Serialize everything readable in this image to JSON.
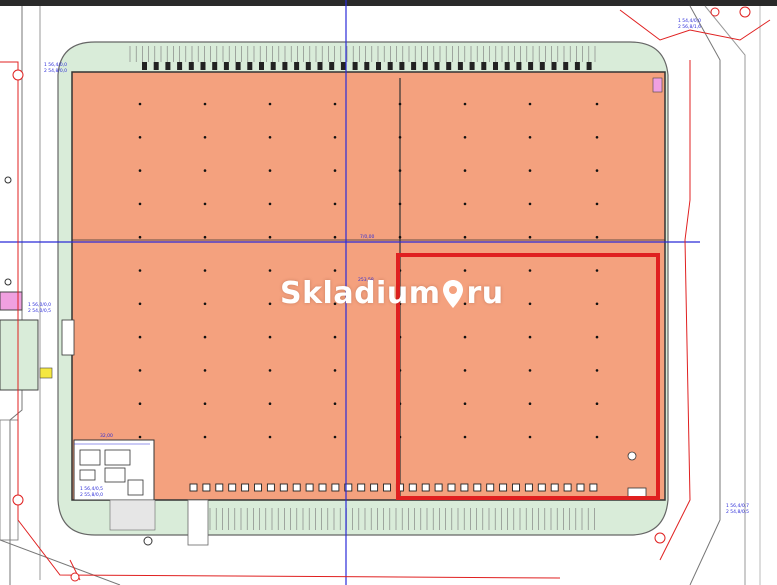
{
  "watermark": {
    "brand_left": "Skladium",
    "brand_right": "ru"
  },
  "labels": {
    "dim_horizontal": "7/0,00",
    "dim_vertical": "253,58",
    "office_dim": "32,00",
    "small_left_1": "1 56,0/0,0",
    "small_left_2": "2 54,0/0,5",
    "small_bottom_1": "1 56,4/0,5",
    "small_bottom_2": "2 55,8/0,0",
    "small_right_1": "1 56,4/0,7",
    "small_right_2": "2 54,8/0,5",
    "small_top_1": "1 56,4/0,0",
    "small_top_2": "2 54,8/0,0",
    "small_topright_1": "1 54,4/0,0",
    "small_topright_2": "2 56,8/1,6"
  },
  "colors": {
    "floor": "#f4a17e",
    "grass": "#d9ecd9",
    "grid_line": "#2b2bd8",
    "highlight": "#e02020",
    "road_line": "#555555"
  }
}
